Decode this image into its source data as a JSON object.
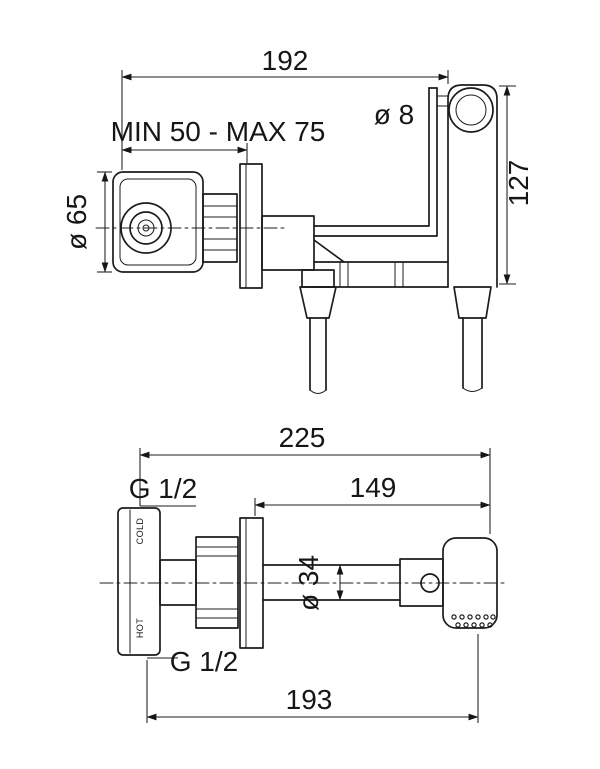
{
  "drawing": {
    "type": "technical-dimension-drawing",
    "views": {
      "side": {
        "width_dim": "192",
        "wall_depth_dim": "MIN 50 - MAX 75",
        "pipe_diameter_dim": "ø 8",
        "height_dim": "127",
        "plate_diameter_dim": "ø 65"
      },
      "plan": {
        "overall_width_dim": "225",
        "inlet_thread_top": "G 1/2",
        "spout_length_dim": "149",
        "spout_diameter_dim": "ø 34",
        "inlet_thread_bottom": "G 1/2",
        "total_length_dim": "193",
        "cold_label": "COLD",
        "hot_label": "HOT"
      }
    },
    "colors": {
      "line": "#1c1c1c",
      "background": "#ffffff"
    }
  }
}
